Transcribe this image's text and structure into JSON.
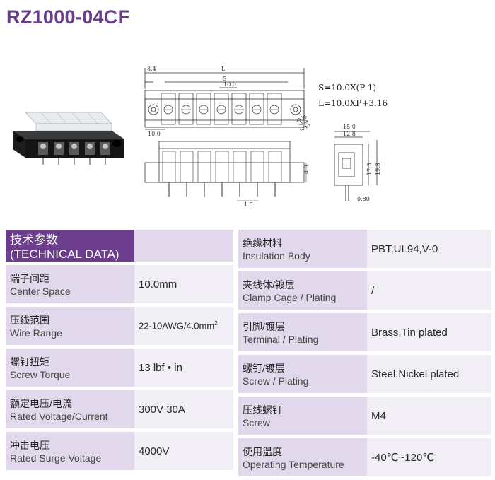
{
  "title": "RZ1000-04CF",
  "drawing": {
    "dim_84": "8.4",
    "dim_L": "L",
    "dim_S": "S",
    "dim_100_top": "10.0",
    "dim_100_left": "10.0",
    "dim_42": "Φ4.2",
    "dim_72": "Φ7.2",
    "formula_S": "S=10.0X(P-1)",
    "formula_L": "L=10.0XP+3.16",
    "dim_150": "15.0",
    "dim_128": "12.8",
    "dim_173": "17.3",
    "dim_193": "19.3",
    "dim_40": "4.0",
    "dim_15": "1.5",
    "dim_080": "0.80"
  },
  "spec": {
    "header": "技术参数(TECHNICAL DATA)",
    "left": [
      {
        "cn": "端子间距",
        "en": "Center Space",
        "value": "10.0mm"
      },
      {
        "cn": "压线范围",
        "en": "Wire Range",
        "value": "22-10AWG/4.0mm",
        "sup": "2"
      },
      {
        "cn": "螺钉扭矩",
        "en": "Screw Torque",
        "value": "13 lbf • in"
      },
      {
        "cn": "额定电压/电流",
        "en": "Rated Voltage/Current",
        "value": "300V 30A"
      },
      {
        "cn": "冲击电压",
        "en": "Rated Surge Voltage",
        "value": "4000V"
      }
    ],
    "right": [
      {
        "cn": "绝缘材料",
        "en": "Insulation Body",
        "value": "PBT,UL94,V-0"
      },
      {
        "cn": "夹线体/镀层",
        "en": "Clamp Cage / Plating",
        "value": "/"
      },
      {
        "cn": "引脚/镀层",
        "en": "Terminal / Plating",
        "value": "Brass,Tin plated"
      },
      {
        "cn": "螺钉/镀层",
        "en": "Screw / Plating",
        "value": "Steel,Nickel plated"
      },
      {
        "cn": "压线螺钉",
        "en": "Screw",
        "value": "M4"
      },
      {
        "cn": "使用温度",
        "en": "Operating Temperature",
        "value": "-40℃~120℃"
      }
    ]
  }
}
